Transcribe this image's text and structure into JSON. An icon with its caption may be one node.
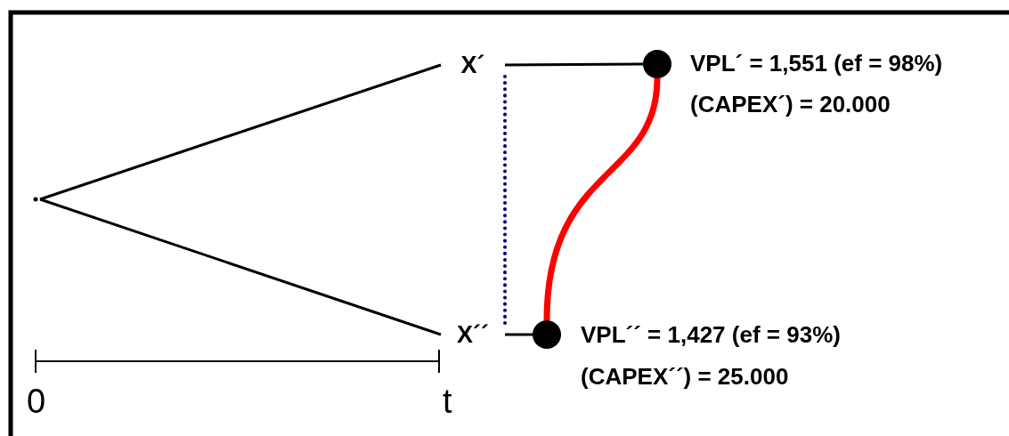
{
  "diagram": {
    "nodes": [
      {
        "text": [],
        "shape": "point"
      },
      {
        "text": [
          "X´"
        ]
      },
      {
        "text": [
          "X´´"
        ]
      },
      {
        "text": [],
        "shape": "circle",
        "beside": [
          "VPL´ = 1,551 (ef  = 98%)",
          "(CAPEX´) = 20.000"
        ]
      },
      {
        "text": [],
        "shape": "circle",
        "beside": [
          "VPL´´ = 1,427 (ef = 93%)",
          "(CAPEX´´) = 25.000"
        ]
      }
    ],
    "edges": [
      {
        "from": 0,
        "to": 1,
        "arrow": "none"
      },
      {
        "from": 0,
        "to": 2,
        "arrow": "none"
      },
      {
        "from": 1,
        "to": 3,
        "arrow": "none"
      },
      {
        "from": 2,
        "to": 4,
        "arrow": "none"
      },
      {
        "from": 1,
        "to": 2,
        "arrow": "none",
        "style": "dashed",
        "color": "#000080"
      },
      {
        "from": 3,
        "to": 4,
        "arrow": "none",
        "style": "thick",
        "color": "#ff0000"
      }
    ],
    "labels": [
      "0",
      "t"
    ]
  }
}
